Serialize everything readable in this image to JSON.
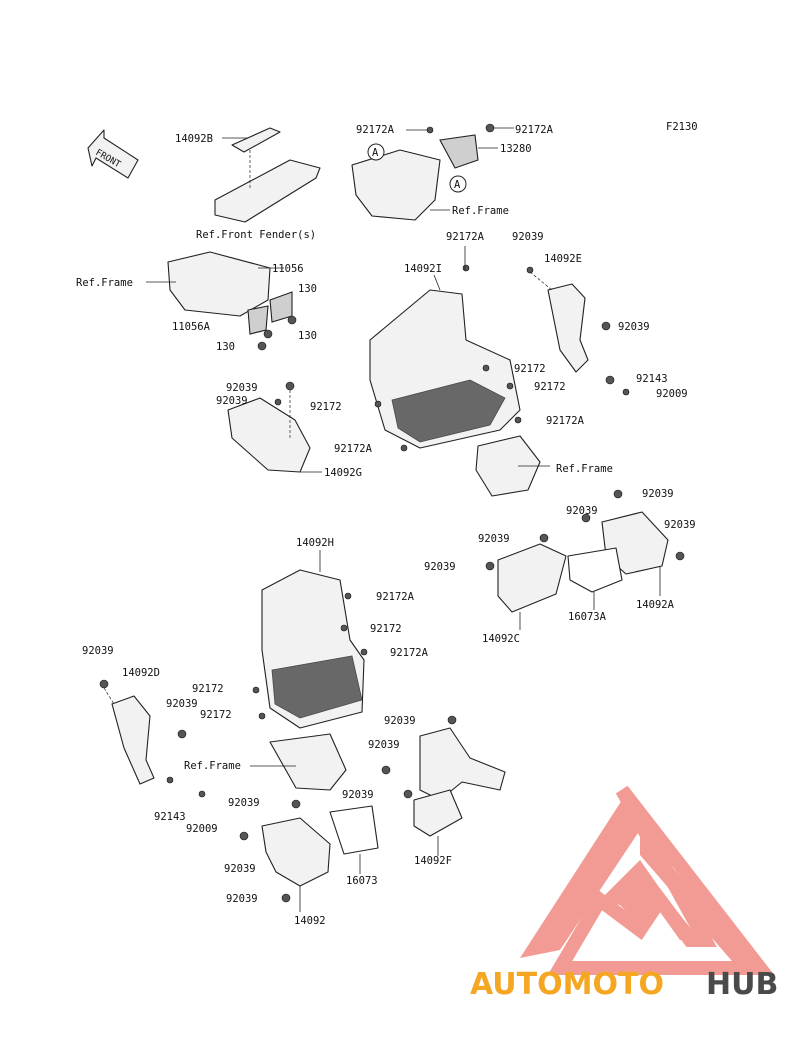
{
  "diagram": {
    "figure_code": "F2130",
    "front_arrow_label": "FRONT",
    "callouts": {
      "a1": "A",
      "a2": "A"
    },
    "labels": [
      {
        "id": "l1",
        "text": "14092B"
      },
      {
        "id": "l2",
        "text": "92172A"
      },
      {
        "id": "l3",
        "text": "92172A"
      },
      {
        "id": "l4",
        "text": "13280"
      },
      {
        "id": "l5",
        "text": "Ref.Frame"
      },
      {
        "id": "l6",
        "text": "Ref.Front Fender(s)"
      },
      {
        "id": "l7",
        "text": "92172A"
      },
      {
        "id": "l8",
        "text": "92039"
      },
      {
        "id": "l9",
        "text": "14092I"
      },
      {
        "id": "l10",
        "text": "14092E"
      },
      {
        "id": "l11",
        "text": "Ref.Frame"
      },
      {
        "id": "l12",
        "text": "11056"
      },
      {
        "id": "l13",
        "text": "130"
      },
      {
        "id": "l14",
        "text": "11056A"
      },
      {
        "id": "l15",
        "text": "130"
      },
      {
        "id": "l16",
        "text": "130"
      },
      {
        "id": "l17",
        "text": "92039"
      },
      {
        "id": "l18",
        "text": "92039"
      },
      {
        "id": "l19",
        "text": "92143"
      },
      {
        "id": "l20",
        "text": "92009"
      },
      {
        "id": "l21",
        "text": "92172"
      },
      {
        "id": "l22",
        "text": "92172"
      },
      {
        "id": "l23",
        "text": "92039"
      },
      {
        "id": "l24",
        "text": "92039"
      },
      {
        "id": "l25",
        "text": "92172"
      },
      {
        "id": "l26",
        "text": "92172A"
      },
      {
        "id": "l27",
        "text": "92172A"
      },
      {
        "id": "l28",
        "text": "Ref.Frame"
      },
      {
        "id": "l29",
        "text": "14092G"
      },
      {
        "id": "l30",
        "text": "92039"
      },
      {
        "id": "l31",
        "text": "92039"
      },
      {
        "id": "l32",
        "text": "92039"
      },
      {
        "id": "l33",
        "text": "92039"
      },
      {
        "id": "l34",
        "text": "92039"
      },
      {
        "id": "l35",
        "text": "14092H"
      },
      {
        "id": "l36",
        "text": "16073A"
      },
      {
        "id": "l37",
        "text": "14092A"
      },
      {
        "id": "l38",
        "text": "14092C"
      },
      {
        "id": "l39",
        "text": "92172A"
      },
      {
        "id": "l40",
        "text": "92172"
      },
      {
        "id": "l41",
        "text": "92172A"
      },
      {
        "id": "l42",
        "text": "92039"
      },
      {
        "id": "l43",
        "text": "14092D"
      },
      {
        "id": "l44",
        "text": "92172"
      },
      {
        "id": "l45",
        "text": "92039"
      },
      {
        "id": "l46",
        "text": "92172"
      },
      {
        "id": "l47",
        "text": "92039"
      },
      {
        "id": "l48",
        "text": "92039"
      },
      {
        "id": "l49",
        "text": "Ref.Frame"
      },
      {
        "id": "l50",
        "text": "92143"
      },
      {
        "id": "l51",
        "text": "92009"
      },
      {
        "id": "l52",
        "text": "92039"
      },
      {
        "id": "l53",
        "text": "92039"
      },
      {
        "id": "l54",
        "text": "92039"
      },
      {
        "id": "l55",
        "text": "16073"
      },
      {
        "id": "l56",
        "text": "14092F"
      },
      {
        "id": "l57",
        "text": "92039"
      },
      {
        "id": "l58",
        "text": "14092"
      }
    ]
  },
  "watermark": {
    "brand_part1": "AUTOMOTO",
    "brand_part2": "HUB",
    "color_primary": "#f08a82",
    "color_accent": "#f5a623",
    "color_dark": "#4a4a4a"
  }
}
